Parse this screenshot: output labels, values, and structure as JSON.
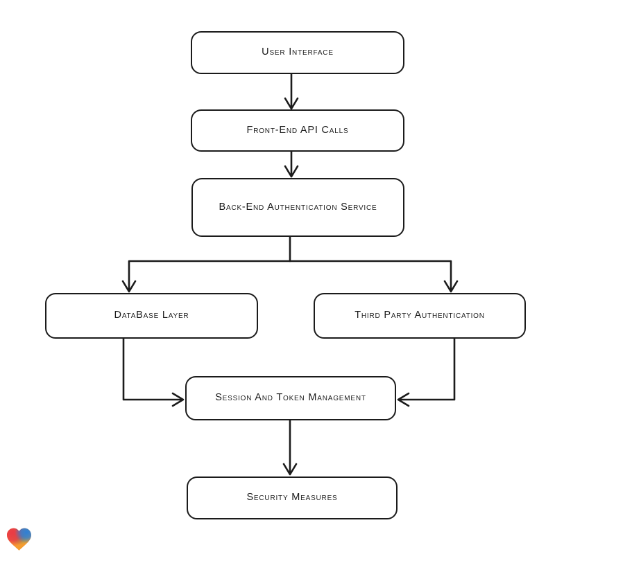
{
  "diagram": {
    "type": "flowchart",
    "background": "#ffffff",
    "stroke_color": "#1b1b1b",
    "node_fill": "#ffffff",
    "nodes": [
      {
        "id": "user-interface",
        "label": "User Interface"
      },
      {
        "id": "front-end-api-calls",
        "label": "Front-End API Calls"
      },
      {
        "id": "back-end-authentication-service",
        "label": "Back-End Authentication Service"
      },
      {
        "id": "database-layer",
        "label": "DataBase Layer"
      },
      {
        "id": "third-party-authentication",
        "label": "Third Party Authentication"
      },
      {
        "id": "session-and-token-management",
        "label": "Session And Token Management"
      },
      {
        "id": "security-measures",
        "label": "Security Measures"
      }
    ],
    "edges": [
      {
        "from": "user-interface",
        "to": "front-end-api-calls"
      },
      {
        "from": "front-end-api-calls",
        "to": "back-end-authentication-service"
      },
      {
        "from": "back-end-authentication-service",
        "to": "database-layer"
      },
      {
        "from": "back-end-authentication-service",
        "to": "third-party-authentication"
      },
      {
        "from": "database-layer",
        "to": "session-and-token-management"
      },
      {
        "from": "third-party-authentication",
        "to": "session-and-token-management"
      },
      {
        "from": "session-and-token-management",
        "to": "security-measures"
      }
    ]
  },
  "branding": {
    "logo": "heart-gradient-icon",
    "colors": {
      "red": "#ea3a45",
      "blue": "#2f7fd6",
      "green": "#55a05e",
      "orange": "#f59c2f"
    }
  }
}
